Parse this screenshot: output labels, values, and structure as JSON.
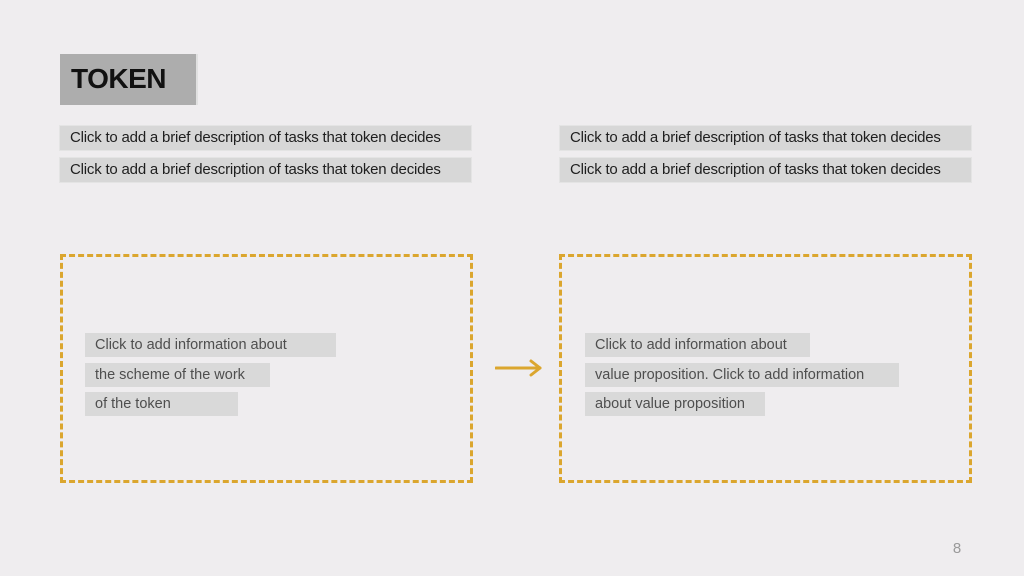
{
  "title": "TOKEN",
  "descriptions": {
    "left": [
      "Click to add a brief description of tasks that token decides",
      "Click to add a brief description of tasks that token decides"
    ],
    "right": [
      "Click to add a brief description of tasks that token decides",
      "Click to add a brief description of tasks that token decides"
    ]
  },
  "left_box": {
    "lines": [
      "Click to add information about",
      "the scheme of the work",
      "of the token"
    ]
  },
  "right_box": {
    "lines": [
      "Click to add information about",
      "value proposition. Click to add information",
      "about value proposition"
    ]
  },
  "arrow_icon": "arrow-right-icon",
  "colors": {
    "accent": "#dba62e",
    "background": "#efedef",
    "title_fill": "#adadad",
    "label_fill": "#d7d7d7"
  },
  "page_number": "8"
}
